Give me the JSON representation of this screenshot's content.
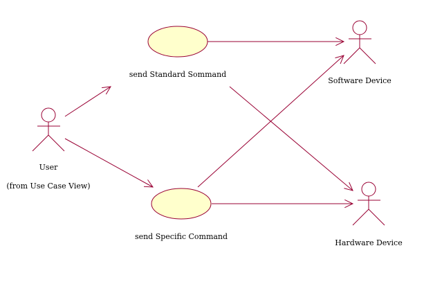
{
  "colors": {
    "line": "#990033",
    "usecase_fill": "#ffffcc"
  },
  "actors": [
    {
      "id": "user",
      "name": "User",
      "note": "(from Use Case View)"
    },
    {
      "id": "software",
      "name": "Software Device"
    },
    {
      "id": "hardware",
      "name": "Hardware Device"
    }
  ],
  "usecases": [
    {
      "id": "standard",
      "name": "send Standard Sommand"
    },
    {
      "id": "specific",
      "name": "send Specific Command"
    }
  ],
  "associations": [
    {
      "from": "user",
      "to": "standard"
    },
    {
      "from": "user",
      "to": "specific"
    },
    {
      "from": "standard",
      "to": "software"
    },
    {
      "from": "specific",
      "to": "software"
    },
    {
      "from": "standard",
      "to": "hardware"
    },
    {
      "from": "specific",
      "to": "hardware"
    }
  ]
}
